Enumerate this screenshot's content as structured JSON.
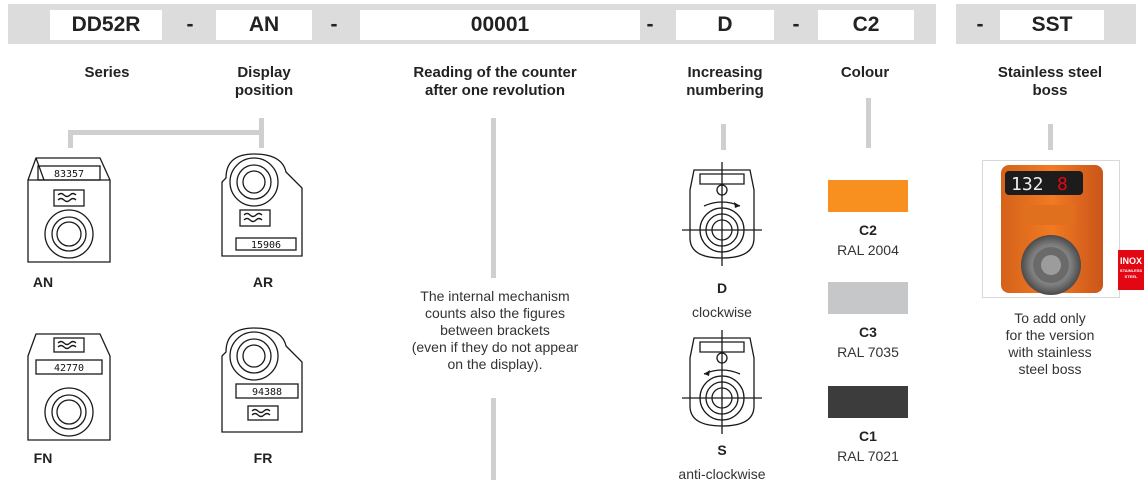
{
  "code_bar": {
    "series": "DD52R",
    "display": "AN",
    "reading": "00001",
    "numbering": "D",
    "colour": "C2",
    "boss": "SST",
    "separator": "-"
  },
  "headers": {
    "series": "Series",
    "display_l1": "Display",
    "display_l2": "position",
    "reading_l1": "Reading of the counter",
    "reading_l2": "after one revolution",
    "numbering_l1": "Increasing",
    "numbering_l2": "numbering",
    "colour": "Colour",
    "boss_l1": "Stainless steel",
    "boss_l2": "boss"
  },
  "positions": {
    "an": "AN",
    "ar": "AR",
    "fn": "FN",
    "fr": "FR",
    "an_digits": "83357",
    "ar_digits": "15906",
    "fn_digits": "42770",
    "fr_digits": "94388"
  },
  "reading_note": {
    "l1": "The internal mechanism",
    "l2": "counts also the figures",
    "l3": "between brackets",
    "l4": "(even if they do not appear",
    "l5": "on the display)."
  },
  "numbering": {
    "d_code": "D",
    "d_text": "clockwise",
    "s_code": "S",
    "s_text": "anti-clockwise"
  },
  "colours": [
    {
      "code": "C2",
      "ral": "RAL 2004",
      "hex": "#f7901e"
    },
    {
      "code": "C3",
      "ral": "RAL 7035",
      "hex": "#c6c7c9"
    },
    {
      "code": "C1",
      "ral": "RAL 7021",
      "hex": "#3c3c3c"
    }
  ],
  "boss": {
    "photo_digits": "132",
    "photo_red_digit": "8",
    "badge_l1": "INOX",
    "badge_l2": "STAINLESS",
    "badge_l3": "STEEL",
    "note_l1": "To add only",
    "note_l2": "for the version",
    "note_l3": "with stainless",
    "note_l4": "steel boss"
  },
  "accent": {
    "orange": "#f7901e",
    "red": "#e30613",
    "bar_grey": "#dcdcdc"
  }
}
